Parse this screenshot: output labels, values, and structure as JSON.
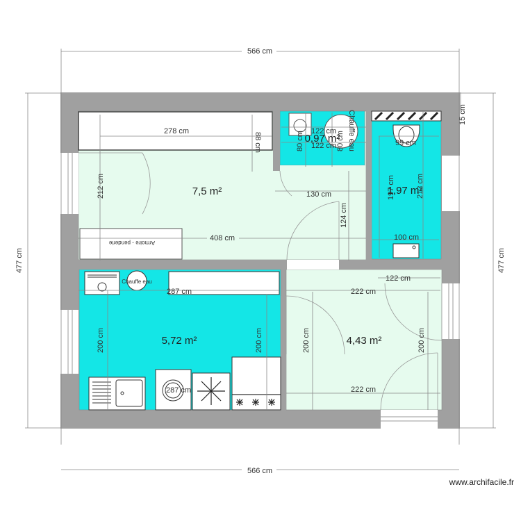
{
  "plan": {
    "colors": {
      "wall": "#a0a0a0",
      "room_fill": "#e6fbee",
      "wet_fill": "#14e6e6",
      "dim_line": "#777777"
    },
    "overall": {
      "width_top": "566 cm",
      "width_bottom": "566 cm",
      "height_left": "477 cm",
      "height_right": "477 cm",
      "wall_thickness": "15 cm"
    },
    "rooms": {
      "bedroom": {
        "area": "7,5 m²",
        "dims": [
          "278 cm",
          "88 cm",
          "212 cm",
          "130 cm",
          "124 cm",
          "408 cm"
        ],
        "wardrobe_label": "Armoire - penderie"
      },
      "small_wc": {
        "area": "0,97 m²",
        "dims": [
          "122 cm",
          "122 cm",
          "80 cm",
          "80 cm"
        ],
        "heater_label": "Chauffe eau"
      },
      "shower_room": {
        "area": "1,97 m²",
        "dims": [
          "99 cm",
          "197 cm",
          "212 cm",
          "100 cm"
        ]
      },
      "kitchen": {
        "area": "5,72 m²",
        "dims": [
          "287 cm",
          "200 cm",
          "200 cm",
          "287 cm"
        ],
        "heater_label": "Chauffe eau"
      },
      "living": {
        "area": "4,43 m²",
        "dims": [
          "122 cm",
          "222 cm",
          "200 cm",
          "200 cm",
          "222 cm"
        ]
      }
    },
    "watermark": "www.archifacile.fr"
  }
}
